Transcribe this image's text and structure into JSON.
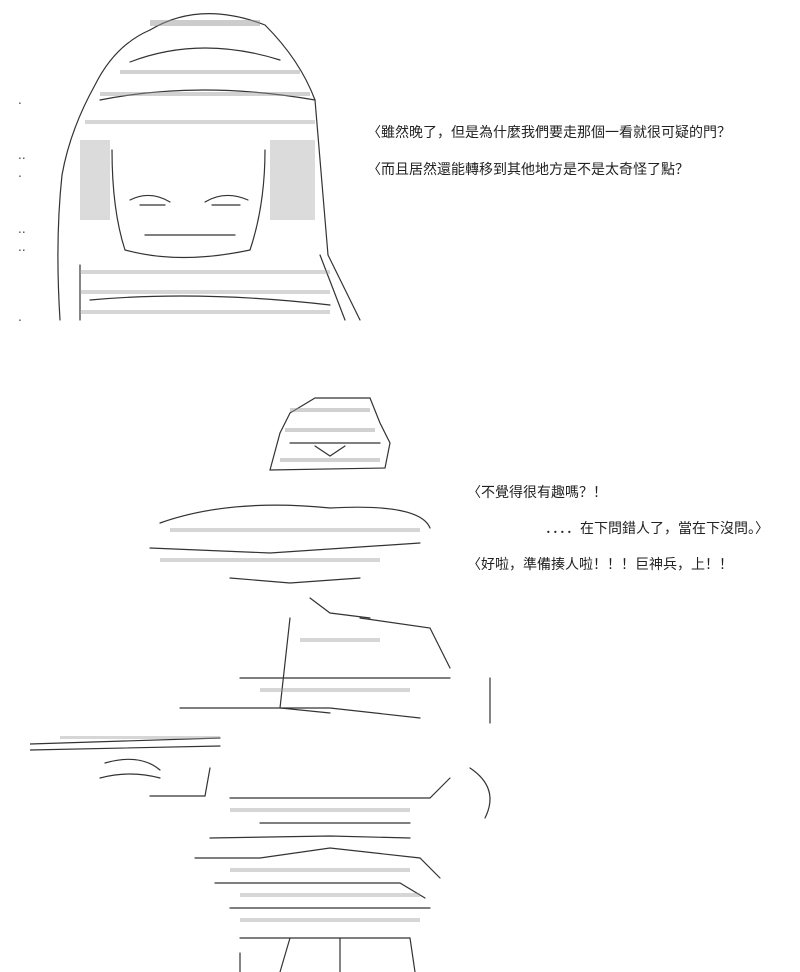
{
  "panels": {
    "top": {
      "lines": [
        "〈雖然晚了，但是為什麼我們要走那個一看就很可疑的門？",
        "〈而且居然還能轉移到其他地方是不是太奇怪了點？"
      ]
    },
    "bottom": {
      "lines": [
        "〈不覺得很有趣嗎？！",
        "．．．．在下問錯人了，當在下沒問。〉",
        "〈好啦，準備揍人啦！！！巨神兵，上！！"
      ]
    }
  }
}
